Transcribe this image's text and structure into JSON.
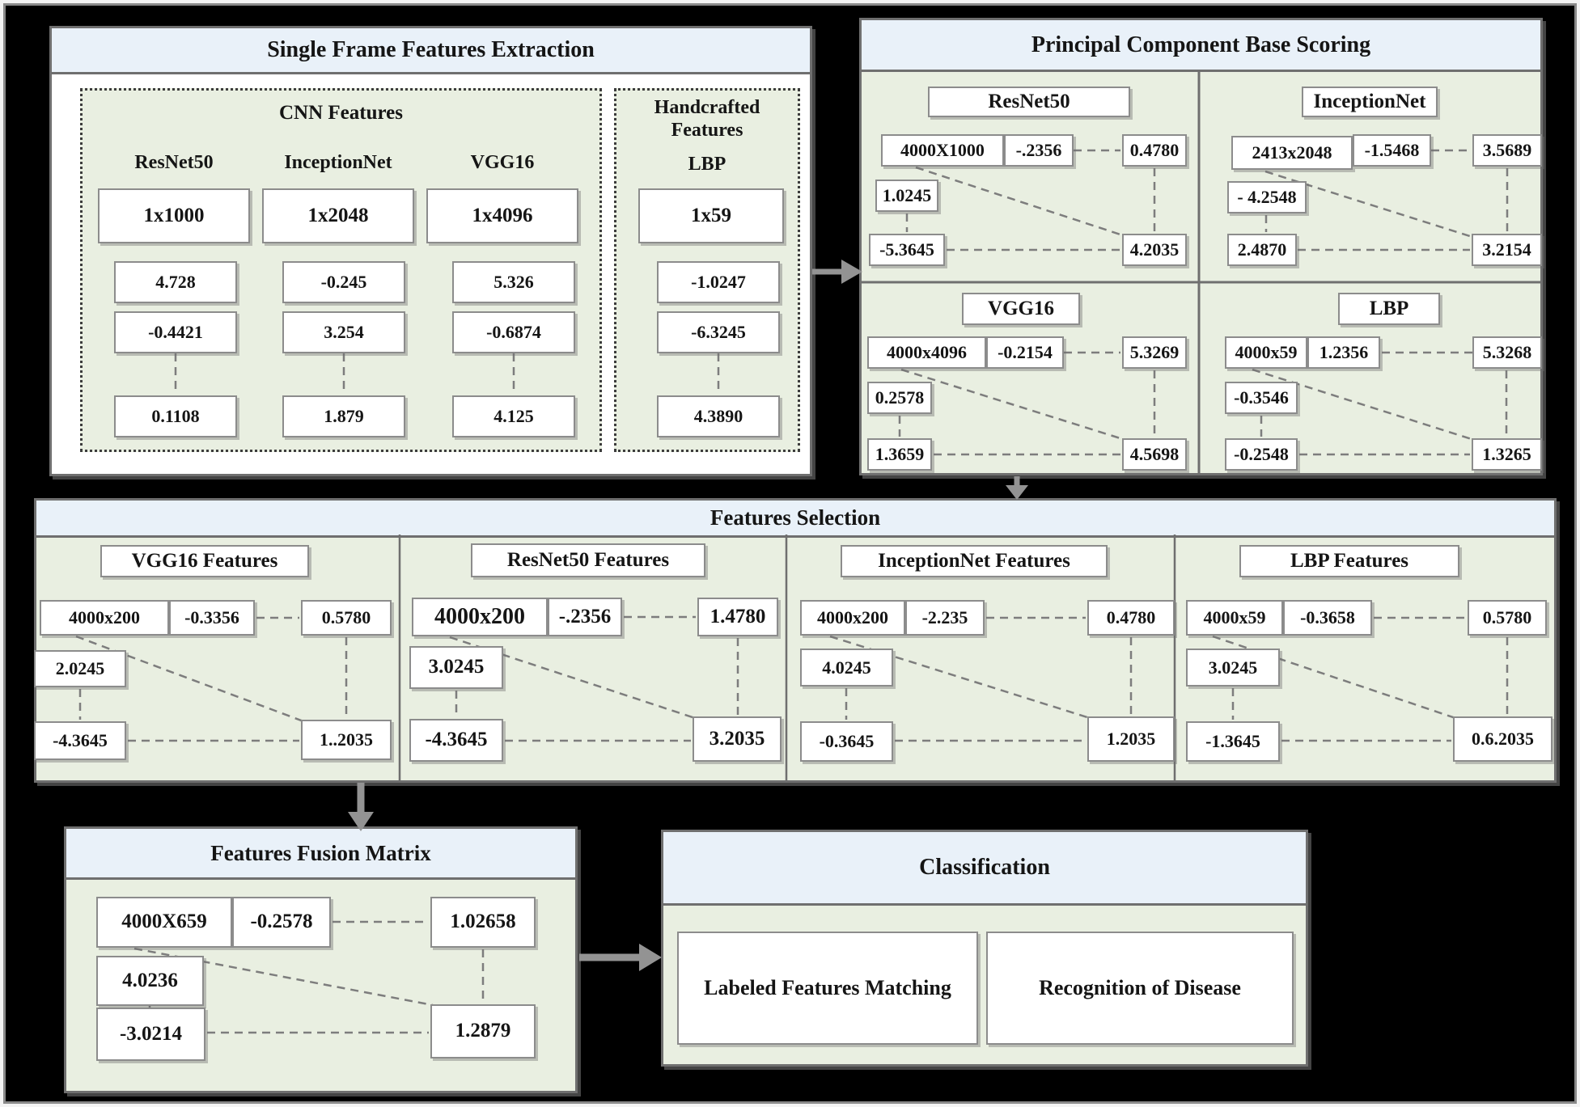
{
  "panels": {
    "single_frame": {
      "title": "Single Frame Features Extraction",
      "cnn_group_title": "CNN Features",
      "handcrafted_title": "Handcrafted Features",
      "columns": [
        {
          "name": "ResNet50",
          "dims": "1x1000",
          "values": [
            "4.728",
            "-0.4421",
            "0.1108"
          ]
        },
        {
          "name": "InceptionNet",
          "dims": "1x2048",
          "values": [
            "-0.245",
            "3.254",
            "1.879"
          ]
        },
        {
          "name": "VGG16",
          "dims": "1x4096",
          "values": [
            "5.326",
            "-0.6874",
            "4.125"
          ]
        },
        {
          "name": "LBP",
          "dims": "1x59",
          "values": [
            "-1.0247",
            "-6.3245",
            "4.3890"
          ]
        }
      ]
    },
    "pca": {
      "title": "Principal Component Base Scoring",
      "quadrants": [
        {
          "label": "ResNet50",
          "dims": "4000X1000",
          "r1v": "-.2356",
          "r1t": "0.4780",
          "r2v": "1.0245",
          "r3l": "-5.3645",
          "r3r": "4.2035"
        },
        {
          "label": "InceptionNet",
          "dims": "2413x2048",
          "r1v": "-1.5468",
          "r1t": "3.5689",
          "r2v": "- 4.2548",
          "r3l": "2.4870",
          "r3r": "3.2154"
        },
        {
          "label": "VGG16",
          "dims": "4000x4096",
          "r1v": "-0.2154",
          "r1t": "5.3269",
          "r2v": "0.2578",
          "r3l": "1.3659",
          "r3r": "4.5698"
        },
        {
          "label": "LBP",
          "dims": "4000x59",
          "r1v": "1.2356",
          "r1t": "5.3268",
          "r2v": "-0.3546",
          "r3l": "-0.2548",
          "r3r": "1.3265"
        }
      ]
    },
    "features_selection": {
      "title": "Features Selection",
      "quadrants": [
        {
          "label": "VGG16 Features",
          "dims": "4000x200",
          "r1v": "-0.3356",
          "r1t": "0.5780",
          "r2v": "2.0245",
          "r3l": "-4.3645",
          "r3r": "1..2035"
        },
        {
          "label": "ResNet50 Features",
          "dims": "4000x200",
          "r1v": "-.2356",
          "r1t": "1.4780",
          "r2v": "3.0245",
          "r3l": "-4.3645",
          "r3r": "3.2035"
        },
        {
          "label": "InceptionNet Features",
          "dims": "4000x200",
          "r1v": "-2.235",
          "r1t": "0.4780",
          "r2v": "4.0245",
          "r3l": "-0.3645",
          "r3r": "1.2035"
        },
        {
          "label": "LBP Features",
          "dims": "4000x59",
          "r1v": "-0.3658",
          "r1t": "0.5780",
          "r2v": "3.0245",
          "r3l": "-1.3645",
          "r3r": "0.6.2035"
        }
      ]
    },
    "fusion": {
      "title": "Features Fusion Matrix",
      "dims": "4000X659",
      "r1v": "-0.2578",
      "r1t": "1.02658",
      "r2v": "4.0236",
      "r3l": "-3.0214",
      "r3r": "1.2879"
    },
    "classification": {
      "title": "Classification",
      "boxes": [
        "Labeled Features Matching",
        "Recognition of Disease"
      ]
    }
  },
  "colors": {
    "header_bg": "#e9f1f9",
    "body_green": "#e9efe1",
    "box_border": "#8c8c8c",
    "panel_border": "#6f6f6f",
    "dash_line": "#7d7d7d",
    "arrow": "#939393",
    "background": "#000000"
  }
}
